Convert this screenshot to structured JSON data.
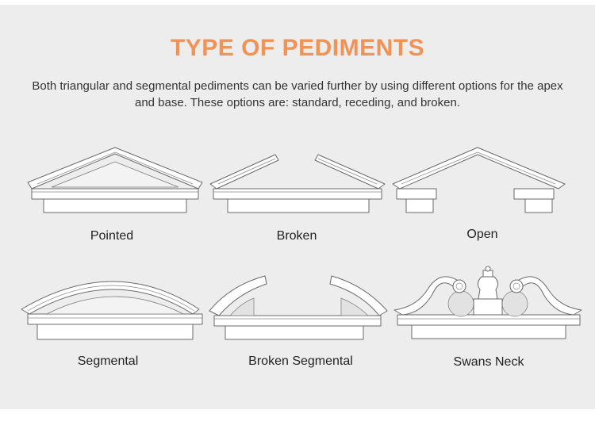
{
  "header": {
    "title": "TYPE OF PEDIMENTS",
    "description": "Both triangular and segmental pediments can be varied further by using different options for the apex and base. These options are: standard, receding, and broken."
  },
  "colors": {
    "title": "#ef9356",
    "panel": "#ededed"
  },
  "pediments": [
    {
      "label": "Pointed"
    },
    {
      "label": "Broken"
    },
    {
      "label": "Open"
    },
    {
      "label": "Segmental"
    },
    {
      "label": "Broken Segmental"
    },
    {
      "label": "Swans Neck"
    }
  ]
}
